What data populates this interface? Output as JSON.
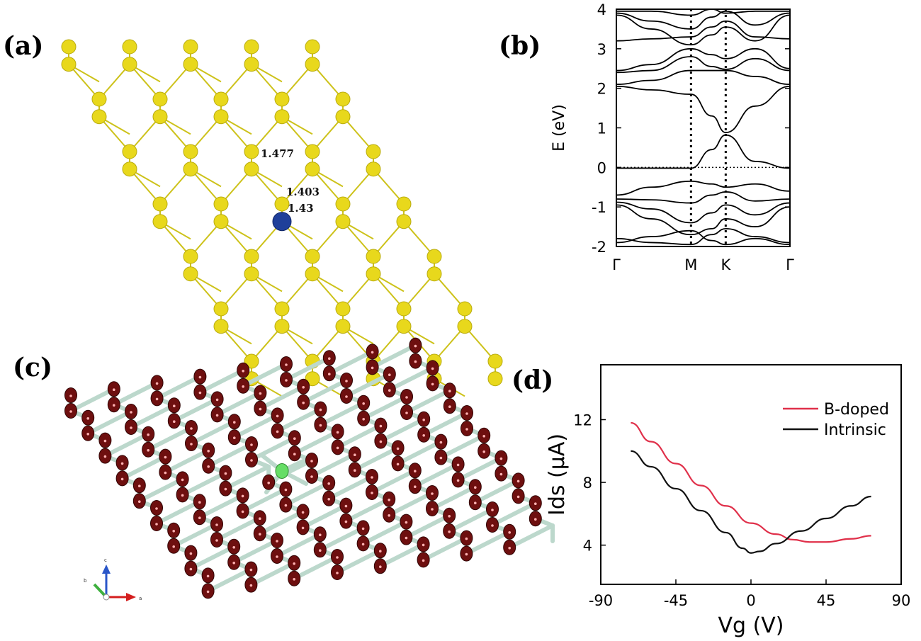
{
  "panels": {
    "a": {
      "letter": "(a)",
      "bond_labels": [
        "1.477",
        "1.403",
        "1.43"
      ]
    },
    "b": {
      "letter": "(b)"
    },
    "c": {
      "letter": "(c)",
      "axes_labels": [
        "c",
        "b",
        "a"
      ]
    },
    "d": {
      "letter": "(d)"
    }
  },
  "colors": {
    "carbon_a": "#e8d81c",
    "bond_a": "#cdc21a",
    "dopant_a": "#1f3f9a",
    "carbon_c": "#6e0f0f",
    "bond_c": "#bcd8cc",
    "dopant_c": "#66dd66",
    "bdoped": "#e0304a",
    "intrinsic": "#111111"
  },
  "chart_data": [
    {
      "type": "line",
      "panel": "b",
      "ylabel": "E (eV)",
      "ylim": [
        -2,
        4
      ],
      "y_ticks": [
        -2,
        -1,
        0,
        1,
        2,
        3,
        4
      ],
      "k_points": [
        "Γ",
        "M",
        "K",
        "Γ"
      ],
      "k_positions": [
        0,
        0.43,
        0.63,
        1.0
      ],
      "fermi_level": 0,
      "series": [
        {
          "x": [
            0,
            0.2,
            0.43,
            0.55,
            0.63,
            0.8,
            1.0
          ],
          "y": [
            2.05,
            1.96,
            1.85,
            1.3,
            0.88,
            1.55,
            2.05
          ]
        },
        {
          "x": [
            0,
            0.43,
            0.55,
            0.63,
            0.8,
            1.0
          ],
          "y": [
            -0.02,
            -0.02,
            0.45,
            0.82,
            0.15,
            -0.02
          ]
        },
        {
          "x": [
            0,
            0.2,
            0.43,
            0.55,
            0.63,
            0.8,
            1.0
          ],
          "y": [
            -0.7,
            -0.5,
            -0.35,
            -0.42,
            -0.5,
            -0.42,
            -0.6
          ]
        },
        {
          "x": [
            0,
            0.2,
            0.43,
            0.55,
            0.63,
            0.8,
            1.0
          ],
          "y": [
            -0.8,
            -0.82,
            -0.9,
            -0.7,
            -0.62,
            -0.85,
            -0.8
          ]
        },
        {
          "x": [
            0,
            0.2,
            0.43,
            0.55,
            0.63,
            0.8,
            1.0
          ],
          "y": [
            -0.88,
            -1.05,
            -1.4,
            -1.15,
            -0.95,
            -1.2,
            -0.9
          ]
        },
        {
          "x": [
            0,
            0.2,
            0.43,
            0.55,
            0.63,
            0.8,
            1.0
          ],
          "y": [
            -0.95,
            -1.3,
            -1.7,
            -1.55,
            -1.3,
            -1.5,
            -1.0
          ]
        },
        {
          "x": [
            0,
            0.2,
            0.43,
            0.55,
            0.63,
            0.8,
            1.0
          ],
          "y": [
            -1.8,
            -1.9,
            -1.95,
            -1.7,
            -1.55,
            -1.75,
            -1.9
          ]
        },
        {
          "x": [
            0,
            0.2,
            0.43,
            0.55,
            0.63,
            0.8,
            1.0
          ],
          "y": [
            -1.9,
            -1.75,
            -1.6,
            -1.85,
            -1.95,
            -1.8,
            -1.95
          ]
        },
        {
          "x": [
            0,
            0.2,
            0.43,
            0.55,
            0.63,
            0.8,
            1.0
          ],
          "y": [
            2.1,
            2.2,
            2.45,
            2.45,
            2.45,
            2.3,
            2.1
          ]
        },
        {
          "x": [
            0,
            0.2,
            0.43,
            0.55,
            0.63,
            0.8,
            1.0
          ],
          "y": [
            2.4,
            2.45,
            2.8,
            2.55,
            2.48,
            2.75,
            2.45
          ]
        },
        {
          "x": [
            0,
            0.2,
            0.43,
            0.55,
            0.63,
            0.8,
            1.0
          ],
          "y": [
            2.45,
            2.6,
            3.0,
            2.85,
            2.75,
            3.0,
            2.5
          ]
        },
        {
          "x": [
            0,
            0.2,
            0.43,
            0.55,
            0.63,
            0.8,
            1.0
          ],
          "y": [
            3.2,
            3.25,
            3.3,
            3.55,
            3.7,
            3.3,
            3.25
          ]
        },
        {
          "x": [
            0,
            0.2,
            0.43,
            0.55,
            0.63,
            0.8,
            1.0
          ],
          "y": [
            3.85,
            3.5,
            3.1,
            3.35,
            3.55,
            3.2,
            3.85
          ]
        },
        {
          "x": [
            0,
            0.2,
            0.43,
            0.55,
            0.63,
            0.8,
            1.0
          ],
          "y": [
            3.9,
            3.7,
            3.5,
            3.8,
            3.95,
            3.6,
            3.9
          ]
        },
        {
          "x": [
            0,
            0.2,
            0.43,
            0.55,
            0.63,
            0.8,
            1.0
          ],
          "y": [
            3.95,
            3.95,
            3.85,
            4.0,
            3.9,
            3.95,
            3.95
          ]
        }
      ]
    },
    {
      "type": "line",
      "panel": "d",
      "xlabel": "Vg (V)",
      "ylabel": "Ids (μA)",
      "xlim": [
        -90,
        90
      ],
      "ylim": [
        1.5,
        15.5
      ],
      "x_ticks": [
        -90,
        -45,
        0,
        45,
        90
      ],
      "y_ticks": [
        4,
        8,
        12
      ],
      "legend_position": "top-right",
      "series": [
        {
          "name": "B-doped",
          "x": [
            -72,
            -60,
            -45,
            -30,
            -15,
            0,
            15,
            25,
            35,
            45,
            60,
            72
          ],
          "y": [
            11.8,
            10.6,
            9.2,
            7.8,
            6.5,
            5.4,
            4.7,
            4.35,
            4.2,
            4.2,
            4.4,
            4.6
          ]
        },
        {
          "name": "Intrinsic",
          "x": [
            -72,
            -60,
            -45,
            -30,
            -15,
            -5,
            0,
            5,
            15,
            30,
            45,
            60,
            72
          ],
          "y": [
            10.0,
            9.0,
            7.6,
            6.2,
            4.8,
            3.8,
            3.5,
            3.6,
            4.1,
            4.9,
            5.7,
            6.5,
            7.1
          ]
        }
      ]
    }
  ]
}
